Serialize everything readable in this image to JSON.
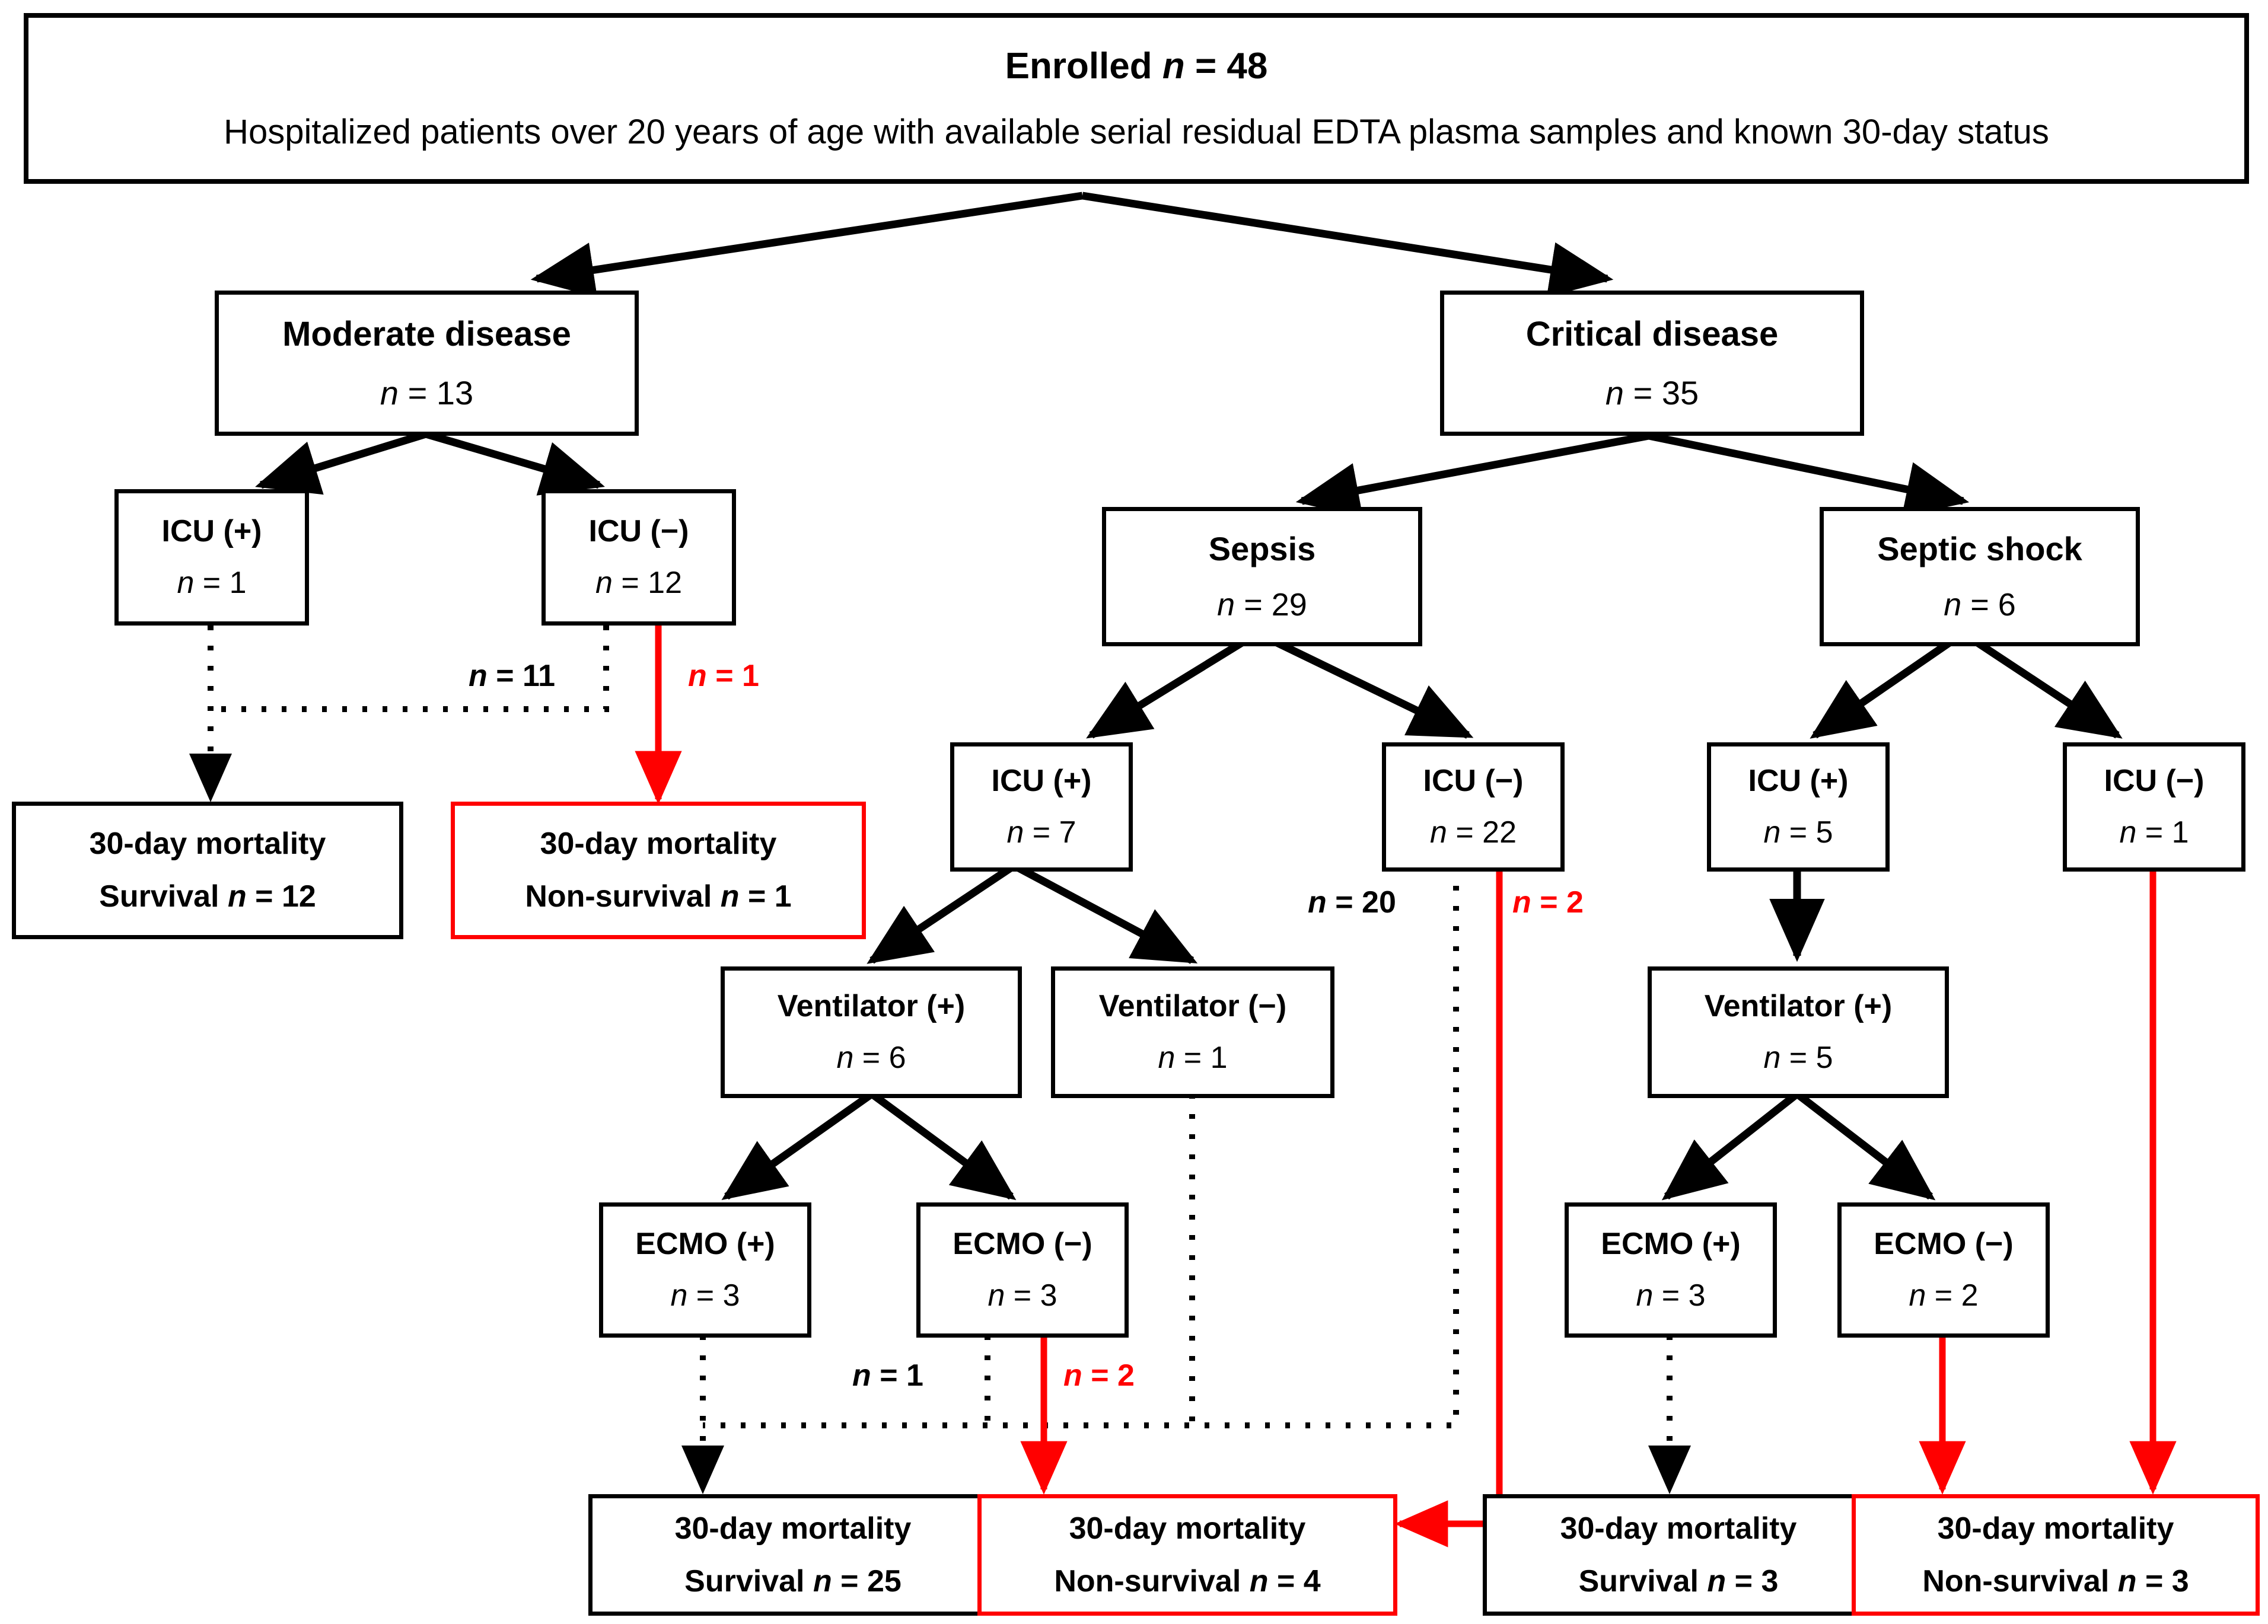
{
  "figure": {
    "type": "flowchart",
    "title": "Patient enrollment and 30-day outcome flow diagram",
    "colors": {
      "accent_red": "#FF0000",
      "default_black": "#000000",
      "background": "#FFFFFF"
    }
  },
  "header": {
    "title": "Enrolled n = 48",
    "title_label": "Enrolled",
    "title_n": "n = 48",
    "subtitle": "Hospitalized patients over 20 years of age with available serial residual EDTA plasma samples and known 30-day status"
  },
  "nodes": {
    "moderate_disease": {
      "label": "Moderate disease",
      "n": "n = 13",
      "color": "#000000"
    },
    "critical_disease": {
      "label": "Critical  disease",
      "n": "n = 35",
      "color": "#000000"
    },
    "mod_icu_pos": {
      "label": "ICU (+)",
      "n": "n = 1",
      "color": "#000000"
    },
    "mod_icu_neg": {
      "label": "ICU (−)",
      "n": "n = 12",
      "color": "#000000"
    },
    "sepsis": {
      "label": "Sepsis",
      "n": "n = 29",
      "color": "#000000"
    },
    "septic_shock": {
      "label": "Septic shock",
      "n": "n = 6",
      "color": "#000000"
    },
    "sep_icu_pos": {
      "label": "ICU (+)",
      "n": "n = 7",
      "color": "#000000"
    },
    "sep_icu_neg": {
      "label": "ICU (−)",
      "n": "n = 22",
      "color": "#000000"
    },
    "shock_icu_pos": {
      "label": "ICU (+)",
      "n": "n = 5",
      "color": "#000000"
    },
    "shock_icu_neg": {
      "label": "ICU (−)",
      "n": "n = 1",
      "color": "#000000"
    },
    "sep_vent_pos": {
      "label": "Ventilator (+)",
      "n": "n = 6",
      "color": "#000000"
    },
    "sep_vent_neg": {
      "label": "Ventilator (−)",
      "n": "n = 1",
      "color": "#000000"
    },
    "shock_vent_pos": {
      "label": "Ventilator (+)",
      "n": "n = 5",
      "color": "#000000"
    },
    "sep_ecmo_pos": {
      "label": "ECMO (+)",
      "n": "n = 3",
      "color": "#000000"
    },
    "sep_ecmo_neg": {
      "label": "ECMO (−)",
      "n": "n = 3",
      "color": "#000000"
    },
    "shock_ecmo_pos": {
      "label": "ECMO (+)",
      "n": "n = 3",
      "color": "#000000"
    },
    "shock_ecmo_neg": {
      "label": "ECMO (−)",
      "n": "n = 2",
      "color": "#000000"
    },
    "outcome_mod_survival": {
      "label": "30-day mortality",
      "n": "Survival n = 12",
      "color": "#000000"
    },
    "outcome_mod_nonsurvival": {
      "label": "30-day mortality",
      "n": "Non-survival n = 1",
      "color": "#FF0000"
    },
    "outcome_sep_survival": {
      "label": "30-day mortality",
      "n": "Survival n = 25",
      "color": "#000000"
    },
    "outcome_sep_nonsurvival": {
      "label": "30-day mortality",
      "n": "Non-survival n = 4",
      "color": "#FF0000"
    },
    "outcome_shock_survival": {
      "label": "30-day mortality",
      "n": "Survival n = 3",
      "color": "#000000"
    },
    "outcome_shock_nonsurvival": {
      "label": "30-day mortality",
      "n": "Non-survival n = 3",
      "color": "#FF0000"
    }
  },
  "edge_labels": {
    "mod_icu_neg_survival": {
      "text": "n = 11",
      "color": "#000000"
    },
    "mod_icu_neg_nonsurvival": {
      "text": "n = 1",
      "color": "#FF0000"
    },
    "sep_icu_neg_survival": {
      "text": "n = 20",
      "color": "#000000"
    },
    "sep_icu_neg_nonsurvival": {
      "text": "n = 2",
      "color": "#FF0000"
    },
    "sep_ecmo_neg_survival": {
      "text": "n = 1",
      "color": "#000000"
    },
    "sep_ecmo_neg_nonsurvival": {
      "text": "n = 2",
      "color": "#FF0000"
    }
  },
  "chart_data": {
    "type": "flowchart",
    "total_enrolled": 48,
    "branches": [
      {
        "name": "Moderate disease",
        "n": 13,
        "children": [
          {
            "name": "ICU (+)",
            "n": 1,
            "outcomes": {
              "survival": 1,
              "non_survival": 0
            }
          },
          {
            "name": "ICU (−)",
            "n": 12,
            "outcomes": {
              "survival": 11,
              "non_survival": 1
            }
          }
        ]
      },
      {
        "name": "Critical disease",
        "n": 35,
        "children": [
          {
            "name": "Sepsis",
            "n": 29,
            "children": [
              {
                "name": "ICU (+)",
                "n": 7,
                "children": [
                  {
                    "name": "Ventilator (+)",
                    "n": 6,
                    "children": [
                      {
                        "name": "ECMO (+)",
                        "n": 3,
                        "outcomes": {
                          "survival": 3,
                          "non_survival": 0
                        }
                      },
                      {
                        "name": "ECMO (−)",
                        "n": 3,
                        "outcomes": {
                          "survival": 1,
                          "non_survival": 2
                        }
                      }
                    ]
                  },
                  {
                    "name": "Ventilator (−)",
                    "n": 1,
                    "outcomes": {
                      "survival": 1,
                      "non_survival": 0
                    }
                  }
                ]
              },
              {
                "name": "ICU (−)",
                "n": 22,
                "outcomes": {
                  "survival": 20,
                  "non_survival": 2
                }
              }
            ]
          },
          {
            "name": "Septic shock",
            "n": 6,
            "children": [
              {
                "name": "ICU (+)",
                "n": 5,
                "children": [
                  {
                    "name": "Ventilator (+)",
                    "n": 5,
                    "children": [
                      {
                        "name": "ECMO (+)",
                        "n": 3,
                        "outcomes": {
                          "survival": 3,
                          "non_survival": 0
                        }
                      },
                      {
                        "name": "ECMO (−)",
                        "n": 2,
                        "outcomes": {
                          "survival": 0,
                          "non_survival": 2
                        }
                      }
                    ]
                  }
                ]
              },
              {
                "name": "ICU (−)",
                "n": 1,
                "outcomes": {
                  "survival": 0,
                  "non_survival": 1
                }
              }
            ]
          }
        ]
      }
    ],
    "outcome_totals": [
      {
        "group": "Moderate disease",
        "survival": 12,
        "non_survival": 1
      },
      {
        "group": "Sepsis",
        "survival": 25,
        "non_survival": 4
      },
      {
        "group": "Septic shock",
        "survival": 3,
        "non_survival": 3
      }
    ]
  }
}
